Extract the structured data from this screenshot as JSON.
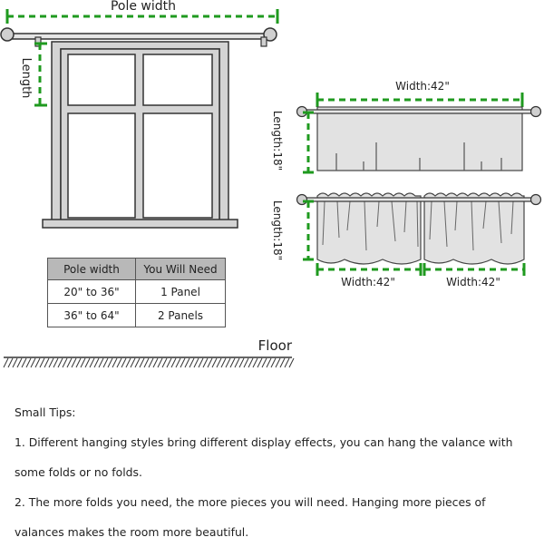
{
  "window_diagram": {
    "pole_width_label": "Pole width",
    "length_label": "Length",
    "floor_label": "Floor"
  },
  "valance_top": {
    "width_label": "Width:42\"",
    "length_label": "Length:18\""
  },
  "valance_bottom": {
    "length_label": "Length:18\"",
    "width_left_label": "Width:42\"",
    "width_right_label": "Width:42\""
  },
  "size_table": {
    "headers": [
      "Pole width",
      "You Will Need"
    ],
    "rows": [
      [
        "20\" to 36\"",
        "1 Panel"
      ],
      [
        "36\" to 64\"",
        "2 Panels"
      ]
    ]
  },
  "tips": {
    "title": "Small Tips:",
    "line1": "1. Different hanging styles bring different display effects, you can hang the valance with",
    "line2": "some folds or no folds.",
    "line3": "2. The more folds you need, the more pieces you will need. Hanging more pieces of",
    "line4": "valances makes the room more beautiful."
  },
  "colors": {
    "dimension_green": "#1f9a1f",
    "frame_gray": "#d4d4d4",
    "outline": "#333333",
    "table_header": "#b8b8b8"
  }
}
